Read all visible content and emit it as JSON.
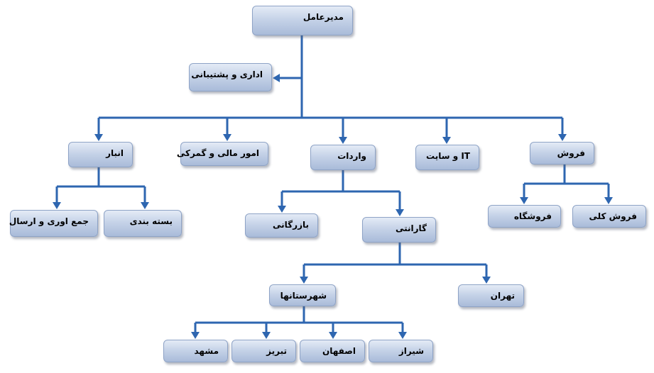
{
  "nodes": {
    "ceo": "مدیرعامل",
    "admin_support": "اداری و پشتیبانی",
    "warehouse": "انبار",
    "finance_customs": "امور مالی و گمرکی",
    "imports": "واردات",
    "it_site": "IT و سایت",
    "sales": "فروش",
    "collect_ship": "جمع اوری و ارسال",
    "packaging": "بسته بندی",
    "commerce": "بازرگانی",
    "warranty": "گارانتی",
    "store": "فروشگاه",
    "wholesale": "فروش کلی",
    "provinces": "شهرستانها",
    "tehran": "تهران",
    "mashhad": "مشهد",
    "tabriz": "تبریز",
    "isfahan": "اصفهان",
    "shiraz": "شیراز"
  },
  "colors": {
    "connector": "#2e66b0",
    "box_top": "#e4ebf6",
    "box_bottom": "#a9bbd9",
    "box_border": "#8ea3c6"
  }
}
